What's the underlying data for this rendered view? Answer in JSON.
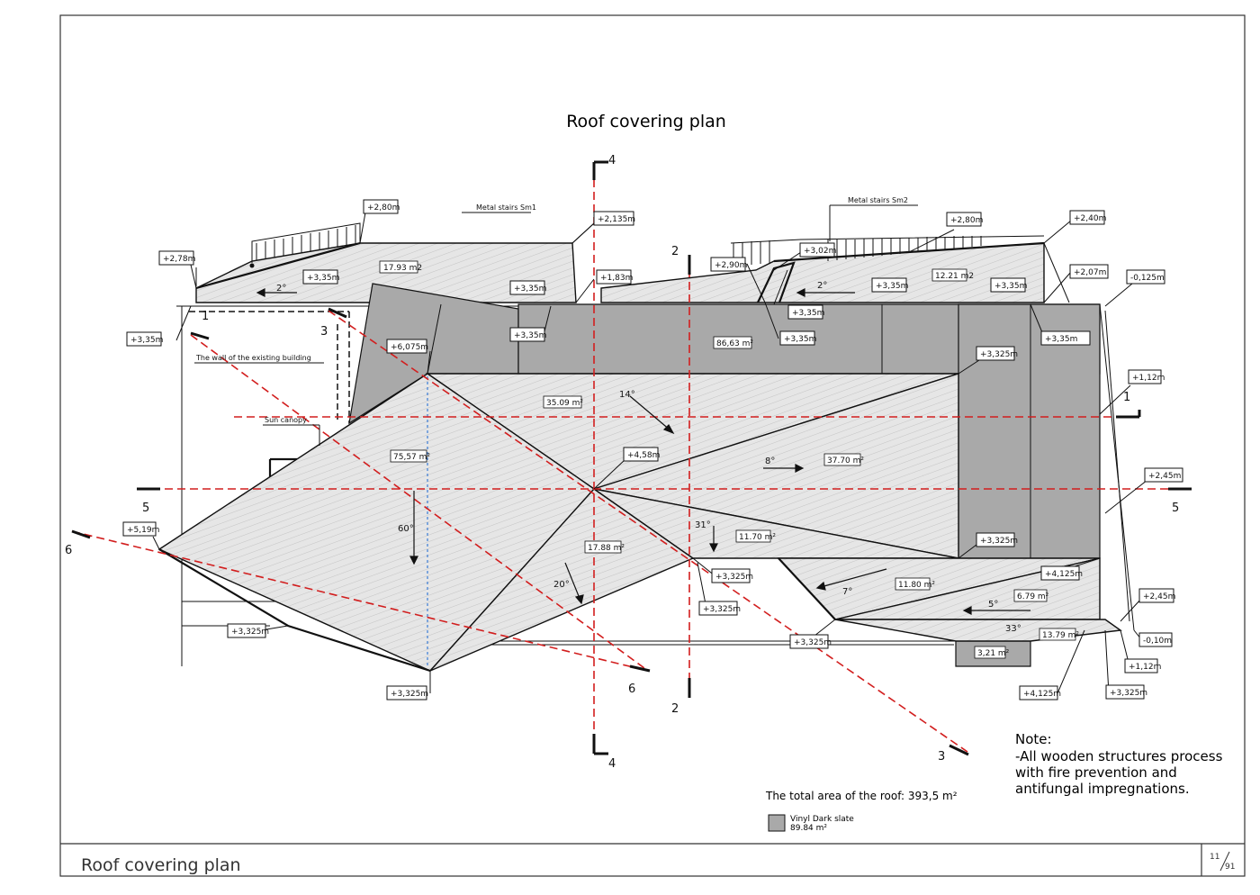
{
  "title": "Roof covering plan",
  "footer": {
    "title": "Roof covering plan",
    "page": "11",
    "pages": "91"
  },
  "notes": {
    "heading": "Note:",
    "lines": [
      "-All wooden structures process",
      "with fire prevention and",
      "antifungal impregnations."
    ],
    "total_area": "The total area of the roof: 393,5 m²",
    "legend_label": "Vinyl Dark slate",
    "legend_value": "89.84 m²"
  },
  "annotations": {
    "stairs1": "Metal stairs Sm1",
    "stairs2": "Metal stairs Sm2",
    "wall": "The wall of the existing building",
    "canopy": "Sun canopy"
  },
  "elevations": [
    "+2,80m",
    "+2,135m",
    "+2,78m",
    "+3,35m",
    "+3,35m",
    "+1,83m",
    "+3,35m",
    "+3,35m",
    "+6,075m",
    "+2,90m",
    "+3,02m",
    "+2,80m",
    "+2,40m",
    "+2,07m",
    "-0,125m",
    "+3,35m",
    "+3,35m",
    "+3,35m",
    "+3,35m",
    "+3,35m",
    "+3,325m",
    "+1,12m",
    "+4,58m",
    "+2,45m",
    "+5,19m",
    "+3,325m",
    "+3,325m",
    "+3,325m",
    "+4,125m",
    "+2,45m",
    "+3,325m",
    "-0,10m",
    "+3,325m",
    "+3,325m",
    "+1,12m",
    "+4,125m",
    "+3,325m"
  ],
  "areas": [
    "17.93 m2",
    "12.21 m2",
    "86,63 m²",
    "35.09 m²",
    "75,57 m²",
    "37.70 m²",
    "17.88 m²",
    "11.70 m²",
    "11.80 m²",
    "6.79 m²",
    "13.79 m²",
    "3,21 m²"
  ],
  "angles": [
    "2°",
    "2°",
    "14°",
    "8°",
    "60°",
    "31°",
    "20°",
    "7°",
    "5°",
    "33°"
  ],
  "sections": [
    "4",
    "4",
    "2",
    "2",
    "1",
    "1",
    "3",
    "3",
    "5",
    "5",
    "6",
    "6"
  ],
  "colors": {
    "dark_roof": "#a9a9a9",
    "light_roof": "#e6e6e6",
    "section_line": "#d21e1e",
    "axis_line": "#3a7bd5"
  }
}
